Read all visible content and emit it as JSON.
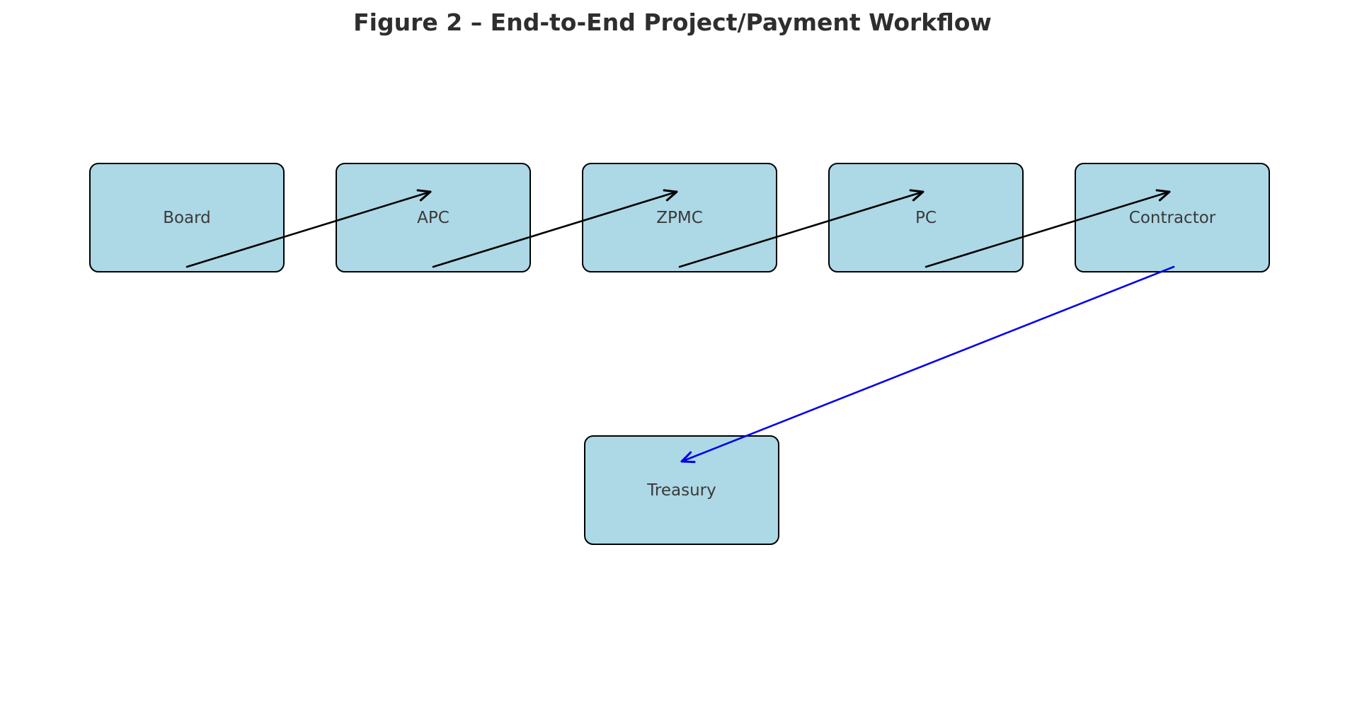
{
  "title": "Figure 2 – End-to-End Project/Payment Workflow",
  "diagram": {
    "nodes": [
      {
        "id": "board",
        "label": "Board"
      },
      {
        "id": "apc",
        "label": "APC"
      },
      {
        "id": "zpmc",
        "label": "ZPMC"
      },
      {
        "id": "pc",
        "label": "PC"
      },
      {
        "id": "contractor",
        "label": "Contractor"
      },
      {
        "id": "treasury",
        "label": "Treasury"
      }
    ],
    "edges": [
      {
        "from": "Board",
        "to": "APC",
        "style": "process"
      },
      {
        "from": "APC",
        "to": "ZPMC",
        "style": "process"
      },
      {
        "from": "ZPMC",
        "to": "PC",
        "style": "process"
      },
      {
        "from": "PC",
        "to": "Contractor",
        "style": "process"
      },
      {
        "from": "Contractor",
        "to": "Treasury",
        "style": "payment"
      }
    ],
    "colors": {
      "background": "#FFFFFF",
      "node_fill": "#ADD8E6",
      "node_border": "#000000",
      "label_text": "#3A3A3A",
      "title_text": "#2E2E2E",
      "process_arrow": "#000000",
      "payment_arrow": "#0000EE"
    }
  }
}
